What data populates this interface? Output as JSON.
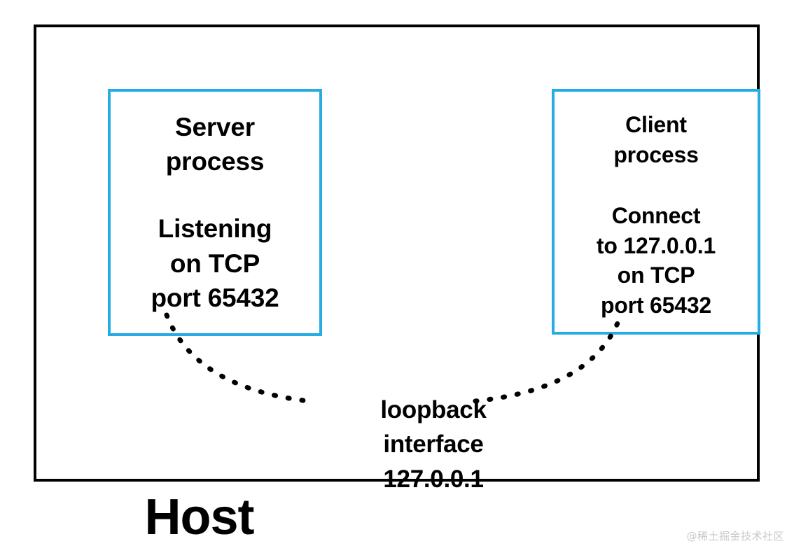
{
  "diagram": {
    "host_label": "Host",
    "outer_frame_name": "host",
    "accent_color": "#25ace3",
    "frame_color": "#000000",
    "background_color": "#ffffff",
    "boxes": [
      {
        "id": "server",
        "title": "Server\nprocess",
        "body": "Listening\non TCP\nport 65432"
      },
      {
        "id": "client",
        "title": "Client\nprocess",
        "body": "Connect\nto 127.0.0.1\non TCP\nport 65432"
      }
    ],
    "connection": {
      "caption": "loopback\ninterface\n127.0.0.1",
      "style": "dotted"
    }
  },
  "watermark": {
    "text": "@稀土掘金技术社区"
  }
}
